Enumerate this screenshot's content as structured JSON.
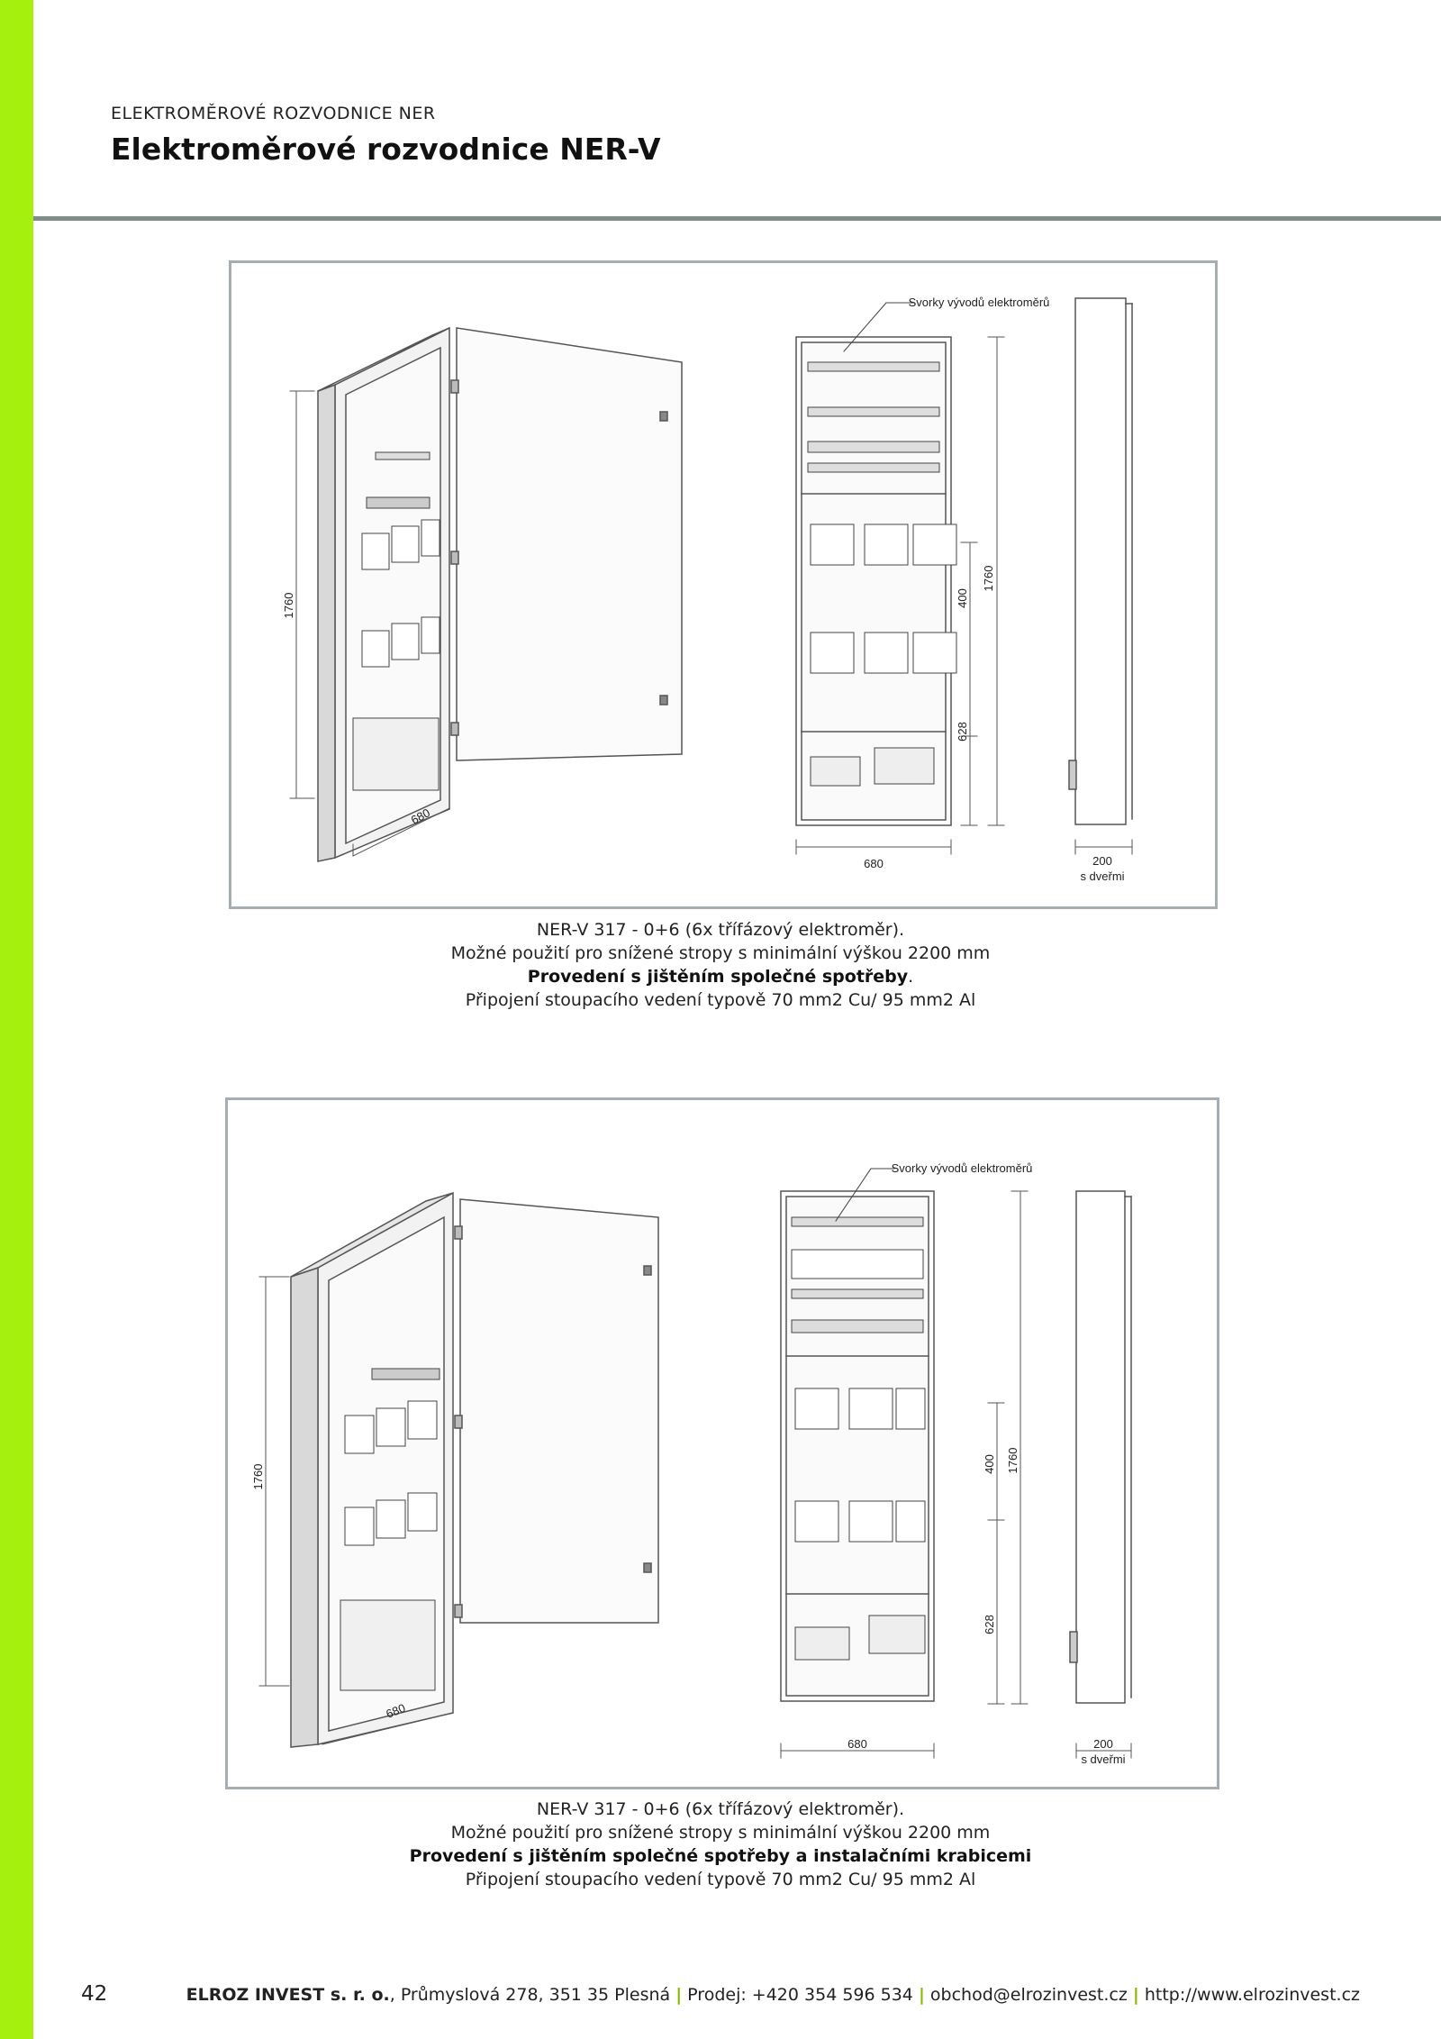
{
  "header": {
    "kicker": "ELEKTROMĚROVÉ ROZVODNICE NER",
    "title": "Elektroměrové rozvodnice NER-V"
  },
  "figures": [
    {
      "label_terminals": "Svorky vývodů elektroměrů",
      "dim_height_iso": "1760",
      "dim_width_iso": "680",
      "dim_meter": "400",
      "dim_height_front": "1760",
      "dim_lower": "628",
      "dim_width_front": "680",
      "dim_depth": "200",
      "dim_depth_note": "s dveřmi"
    },
    {
      "label_terminals": "Svorky vývodů elektroměrů",
      "dim_height_iso": "1760",
      "dim_width_iso": "680",
      "dim_meter": "400",
      "dim_height_front": "1760",
      "dim_lower": "628",
      "dim_width_front": "680",
      "dim_depth": "200",
      "dim_depth_note": "s dveřmi"
    }
  ],
  "captions": [
    {
      "line1": "NER-V 317 - 0+6 (6x třífázový elektroměr).",
      "line2": "Možné použití pro snížené stropy s minimální výškou 2200 mm",
      "line3_bold": "Provedení s jištěním společné spotřeby",
      "line3_suffix": ".",
      "line4": "Připojení stoupacího vedení typově 70 mm2 Cu/ 95 mm2 Al"
    },
    {
      "line1": "NER-V 317 - 0+6 (6x třífázový elektroměr).",
      "line2": "Možné použití pro snížené stropy s minimální výškou 2200 mm",
      "line3_bold": "Provedení s jištěním společné spotřeby a instalačními krabicemi",
      "line3_suffix": "",
      "line4": "Připojení stoupacího vedení typově 70 mm2 Cu/ 95 mm2 Al"
    }
  ],
  "footer": {
    "page_number": "42",
    "company": "ELROZ INVEST s. r. o.",
    "address": ", Průmyslová 278, 351 35 Plesná ",
    "sep": "|",
    "sales": " Prodej: +420 354 596 534 ",
    "email": " obchod@elrozinvest.cz ",
    "website": " http://www.elrozinvest.cz"
  },
  "colors": {
    "accent_bar": "#a6f00f",
    "header_rule": "#7f8c89",
    "figure_border": "#a7aeb1"
  }
}
